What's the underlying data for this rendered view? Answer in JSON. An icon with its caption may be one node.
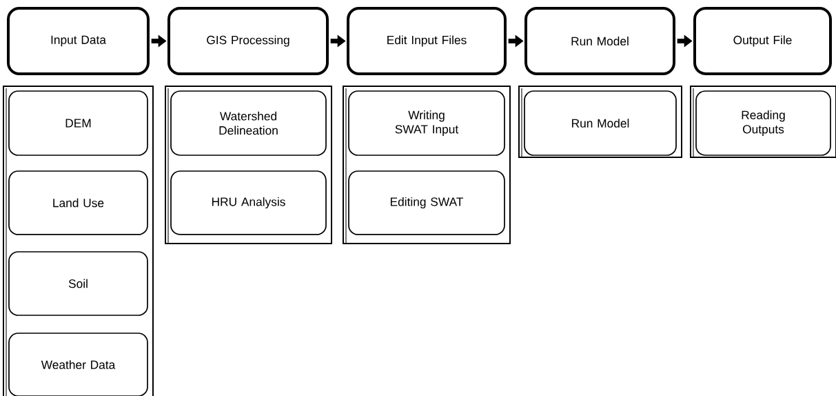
{
  "diagram": {
    "nodes": [
      {
        "text": [
          "Input Data"
        ]
      },
      {
        "text": [
          "GIS Processing"
        ]
      },
      {
        "text": [
          "Edit Input Files"
        ]
      },
      {
        "text": [
          "Run Model"
        ]
      },
      {
        "text": [
          "Output File"
        ]
      },
      {
        "text": [],
        "shape": "box"
      },
      {
        "text": [
          "DEM"
        ],
        "in": 5
      },
      {
        "text": [
          "Land Use"
        ],
        "in": 5
      },
      {
        "text": [
          "Soil"
        ],
        "in": 5
      },
      {
        "text": [
          "Weather Data"
        ],
        "in": 5
      },
      {
        "text": [],
        "shape": "box"
      },
      {
        "text": [
          "Watershed Delineation"
        ],
        "in": 10
      },
      {
        "text": [
          "HRU Analysis"
        ],
        "in": 10
      },
      {
        "text": [],
        "shape": "box"
      },
      {
        "text": [
          "Writing SWAT Input"
        ],
        "in": 13
      },
      {
        "text": [
          "Editing SWAT"
        ],
        "in": 13
      },
      {
        "text": [],
        "shape": "box"
      },
      {
        "text": [
          "Run Model"
        ],
        "in": 16
      },
      {
        "text": [],
        "shape": "box"
      },
      {
        "text": [
          "Reading Outputs"
        ],
        "in": 18
      }
    ],
    "edges": [
      {
        "from": 0,
        "to": 1,
        "arrow": "to"
      },
      {
        "from": 1,
        "to": 2,
        "arrow": "to"
      },
      {
        "from": 2,
        "to": 3,
        "arrow": "to"
      },
      {
        "from": 3,
        "to": 4,
        "arrow": "to"
      }
    ]
  }
}
